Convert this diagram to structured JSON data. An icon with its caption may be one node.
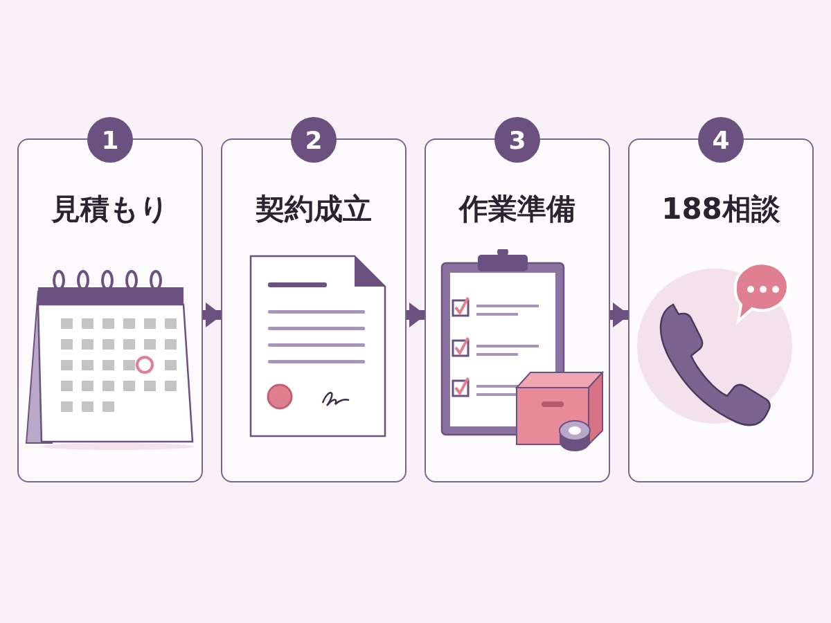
{
  "diagram": {
    "nodes": [
      {
        "text": [
          "1",
          "見積もり"
        ]
      },
      {
        "text": [
          "2",
          "契約成立"
        ]
      },
      {
        "text": [
          "3",
          "作業準備"
        ]
      },
      {
        "text": [
          "4",
          "188相談"
        ]
      }
    ],
    "edges": [
      {
        "from": 0,
        "to": 1,
        "arrow": "to"
      },
      {
        "from": 1,
        "to": 2,
        "arrow": "to"
      },
      {
        "from": 2,
        "to": 3,
        "arrow": "to"
      }
    ]
  }
}
